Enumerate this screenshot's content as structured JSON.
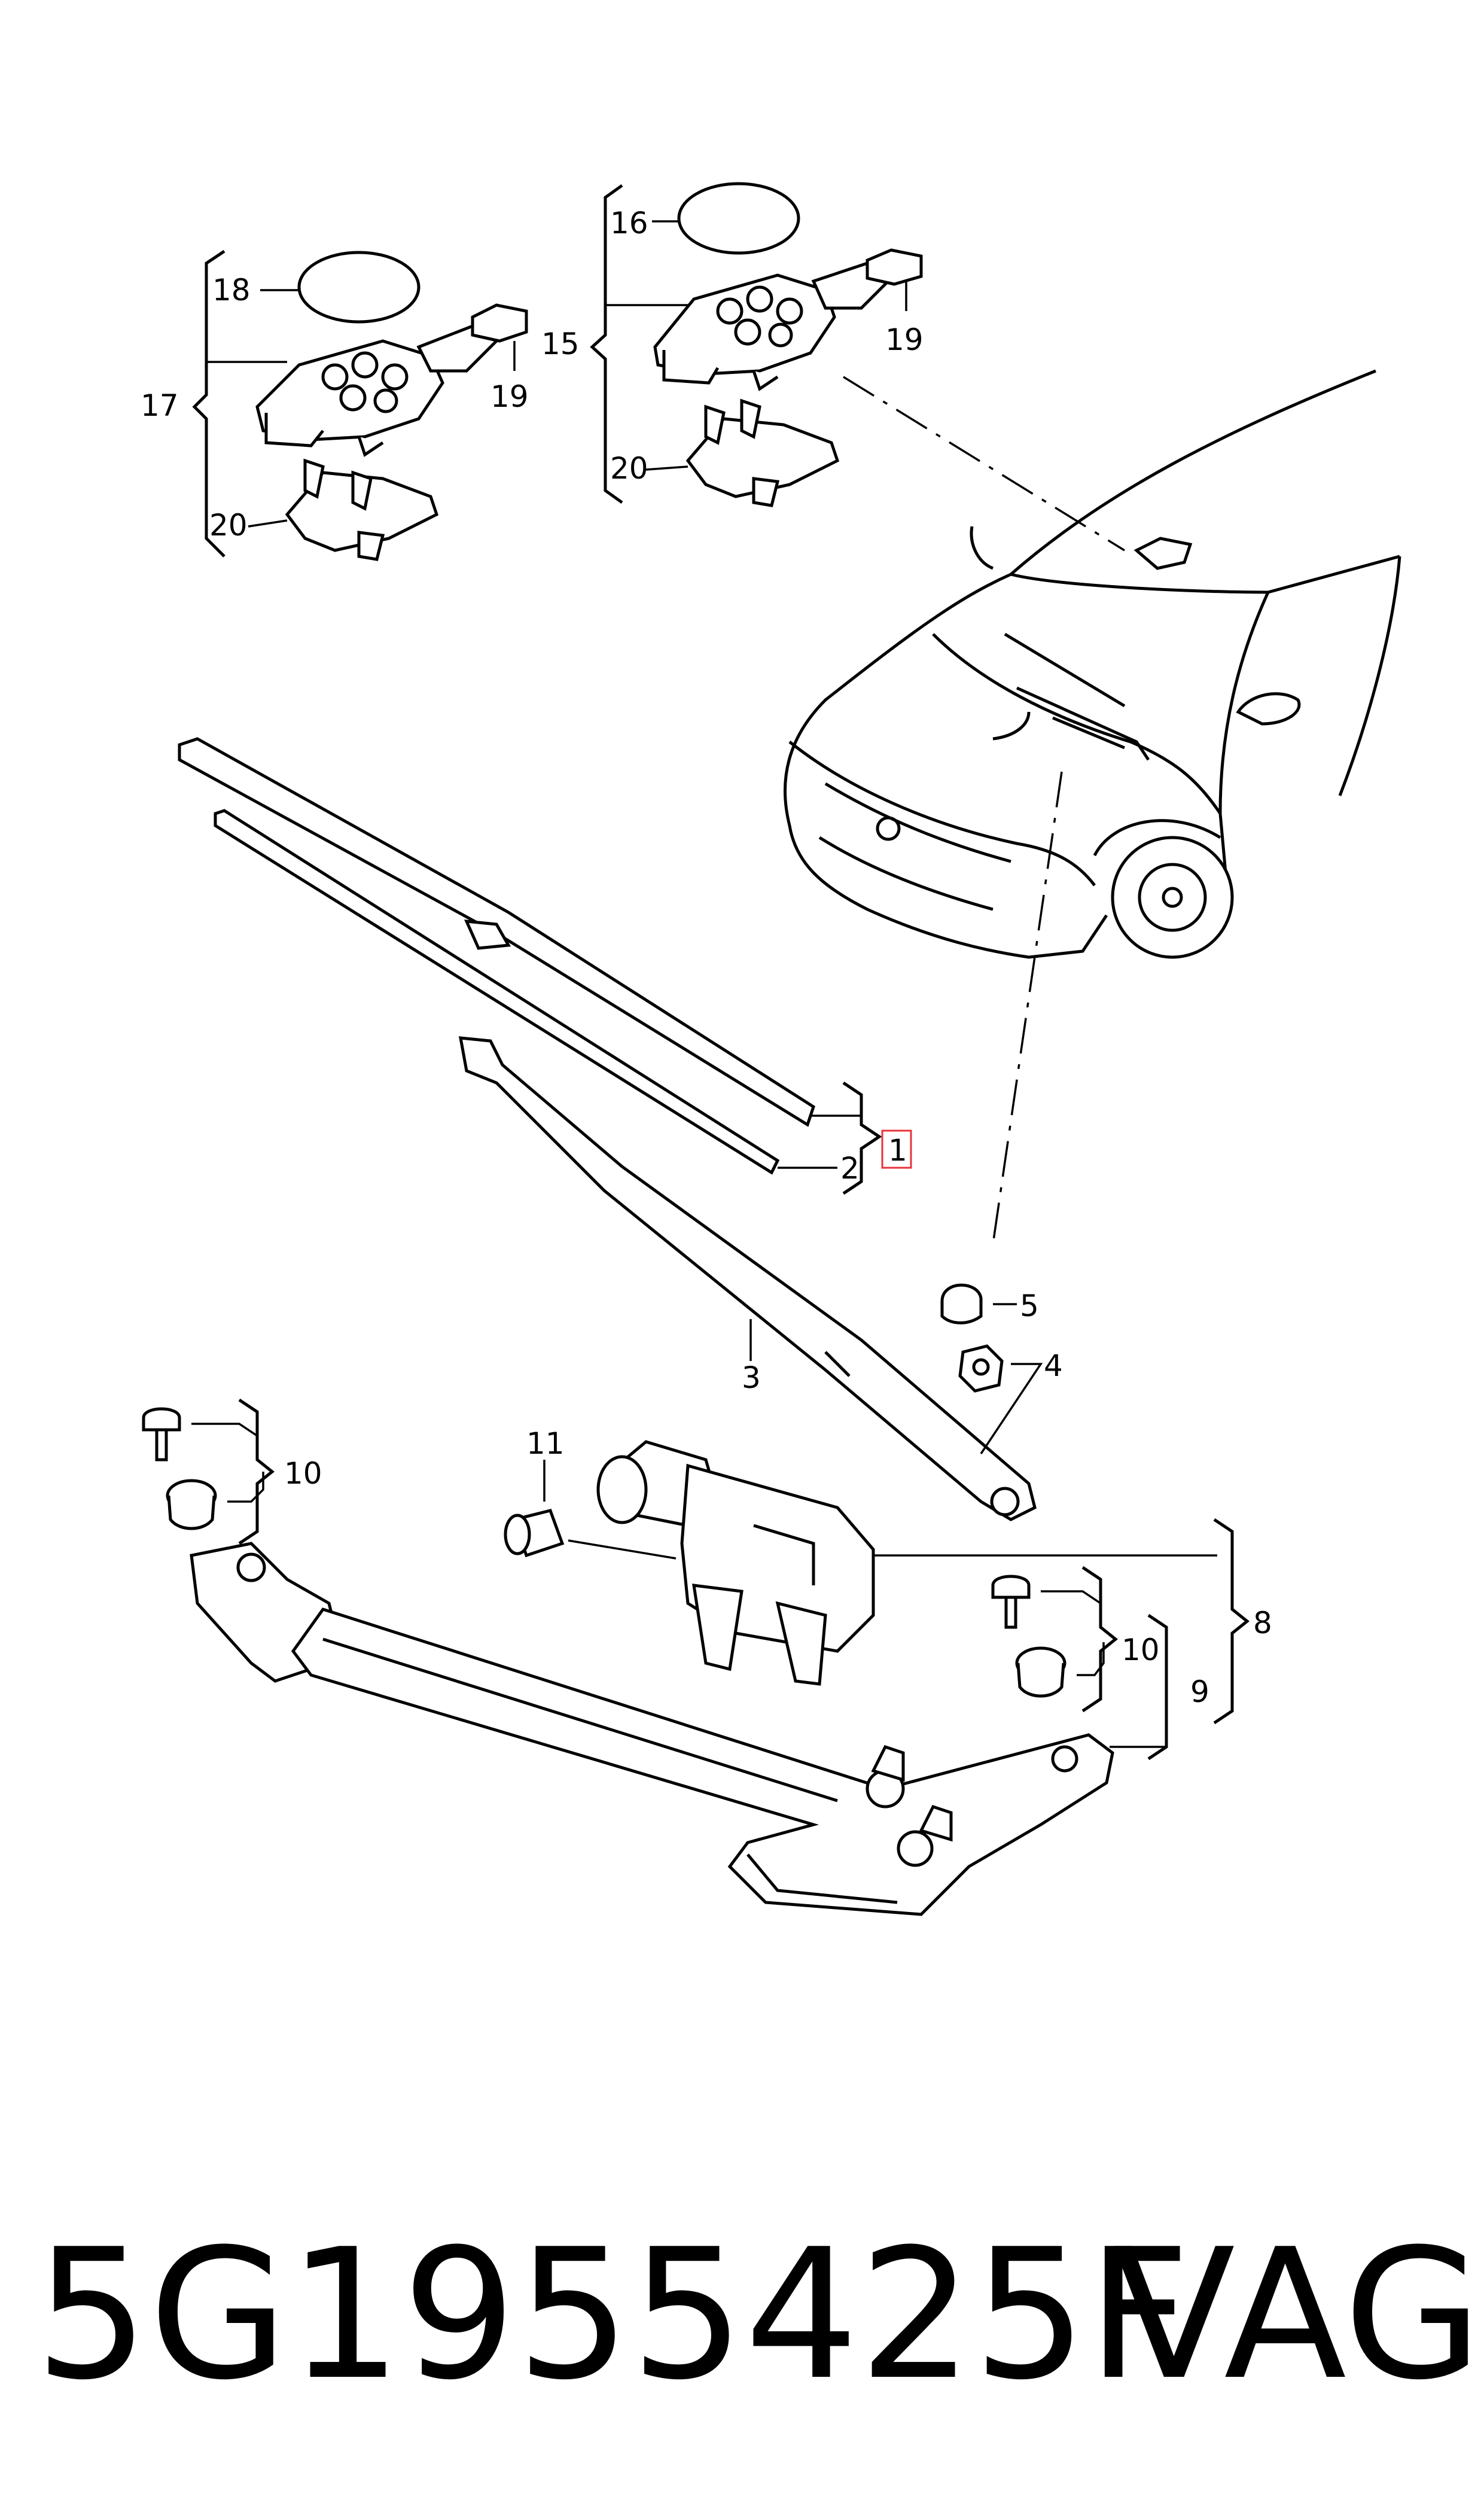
{
  "callouts": {
    "c1": "1",
    "c2": "2",
    "c3": "3",
    "c4": "4",
    "c5": "5",
    "c8": "8",
    "c9": "9",
    "c10a": "10",
    "c10b": "10",
    "c11": "11",
    "c15": "15",
    "c16": "16",
    "c17": "17",
    "c18": "18",
    "c19a": "19",
    "c19b": "19",
    "c20a": "20",
    "c20b": "20"
  },
  "footer": {
    "part_number": "5G1955425F",
    "brand": "VAG"
  },
  "colors": {
    "highlight": "#e8333a",
    "ink": "#000000"
  }
}
